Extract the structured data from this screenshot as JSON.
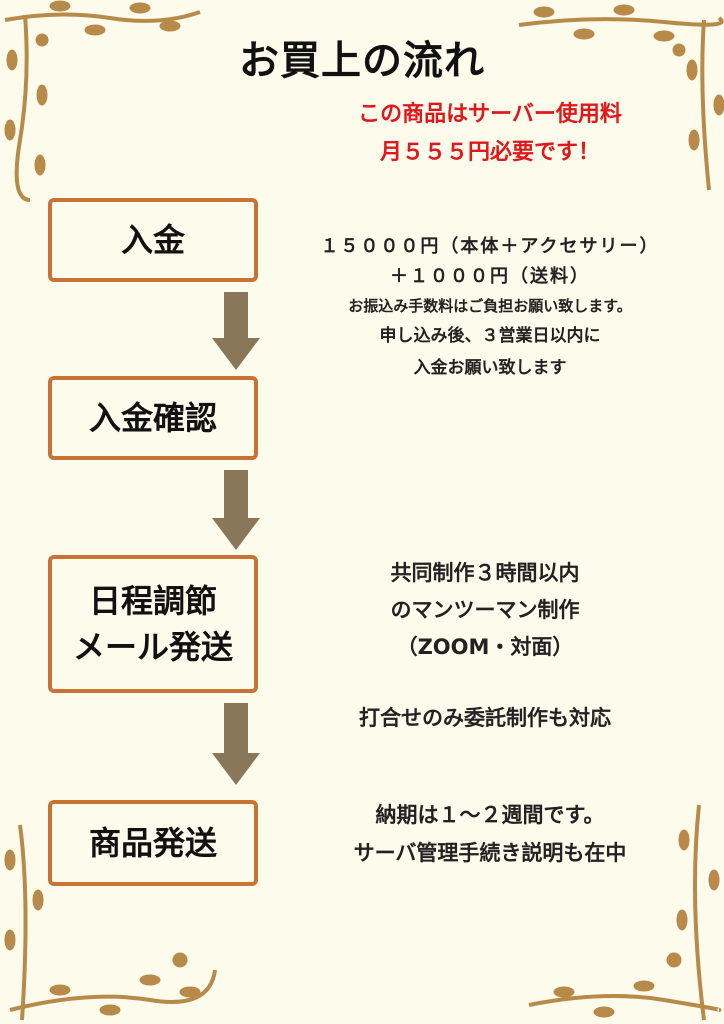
{
  "title": "お買上の流れ",
  "notice": {
    "line1": "この商品はサーバー使用料",
    "line2": "月５５５円必要です！"
  },
  "steps": [
    {
      "label": "入金"
    },
    {
      "label": "入金確認"
    },
    {
      "label_line1": "日程調節",
      "label_line2": "メール発送"
    },
    {
      "label": "商品発送"
    }
  ],
  "descriptions": {
    "payment": {
      "line1": "１５０００円（本体＋アクセサリー）",
      "line2": "＋１０００円（送料）",
      "line3": "お振込み手数料はご負担お願い致します。",
      "line4": "申し込み後、３営業日以内に",
      "line5": "入金お願い致します"
    },
    "schedule": {
      "line1": "共同制作３時間以内",
      "line2": "のマンツーマン制作",
      "line3": "（ZOOM・対面）",
      "line4": "打合せのみ委託制作も対応"
    },
    "shipping": {
      "line1": "納期は１～２週間です。",
      "line2": "サーバ管理手続き説明も在中"
    }
  },
  "colors": {
    "box_border": "#c87233",
    "arrow": "#8a7658",
    "notice": "#e0181b",
    "vine": "#b88a4a",
    "background": "#fdfbec"
  }
}
